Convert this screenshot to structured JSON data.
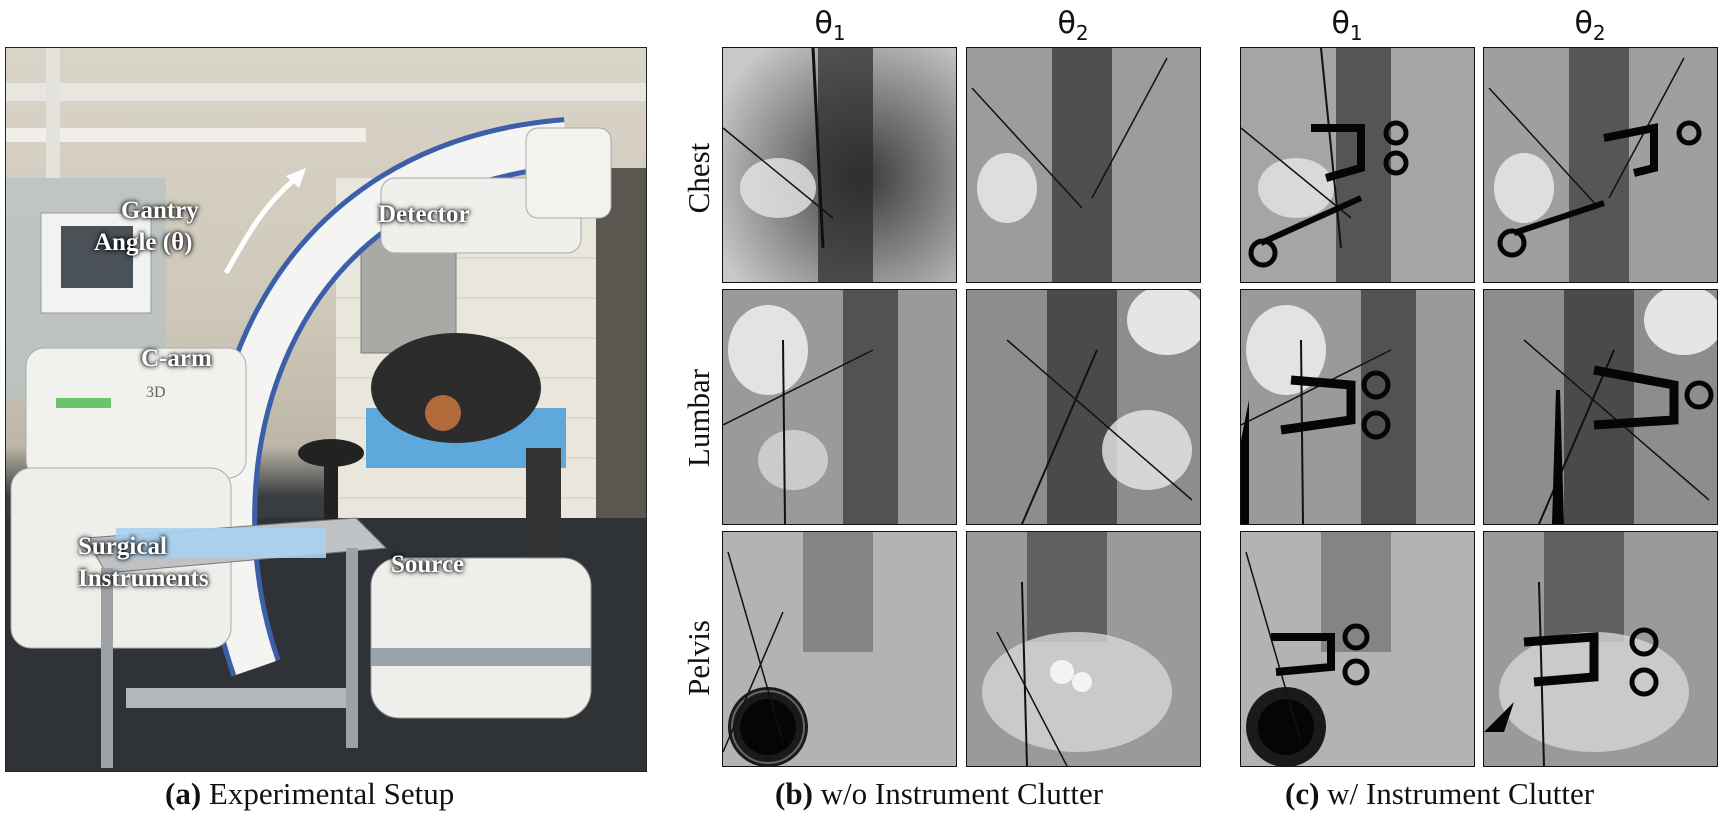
{
  "figure": {
    "panel_a": {
      "labels": {
        "gantry": "Gantry",
        "angle": "Angle (θ)",
        "detector": "Detector",
        "carm": "C-arm",
        "threed": "3D",
        "surgical": "Surgical",
        "instruments": "Instruments",
        "source": "Source"
      }
    },
    "column_headers": {
      "b_theta1": "θ",
      "b_theta1_sub": "1",
      "b_theta2": "θ",
      "b_theta2_sub": "2",
      "c_theta1": "θ",
      "c_theta1_sub": "1",
      "c_theta2": "θ",
      "c_theta2_sub": "2"
    },
    "row_labels": [
      "Chest",
      "Lumbar",
      "Pelvis"
    ],
    "captions": {
      "a_tag": "(a)",
      "a_text": " Experimental Setup",
      "b_tag": "(b)",
      "b_text": " w/o Instrument Clutter",
      "c_tag": "(c)",
      "c_text": " w/ Instrument Clutter"
    }
  }
}
